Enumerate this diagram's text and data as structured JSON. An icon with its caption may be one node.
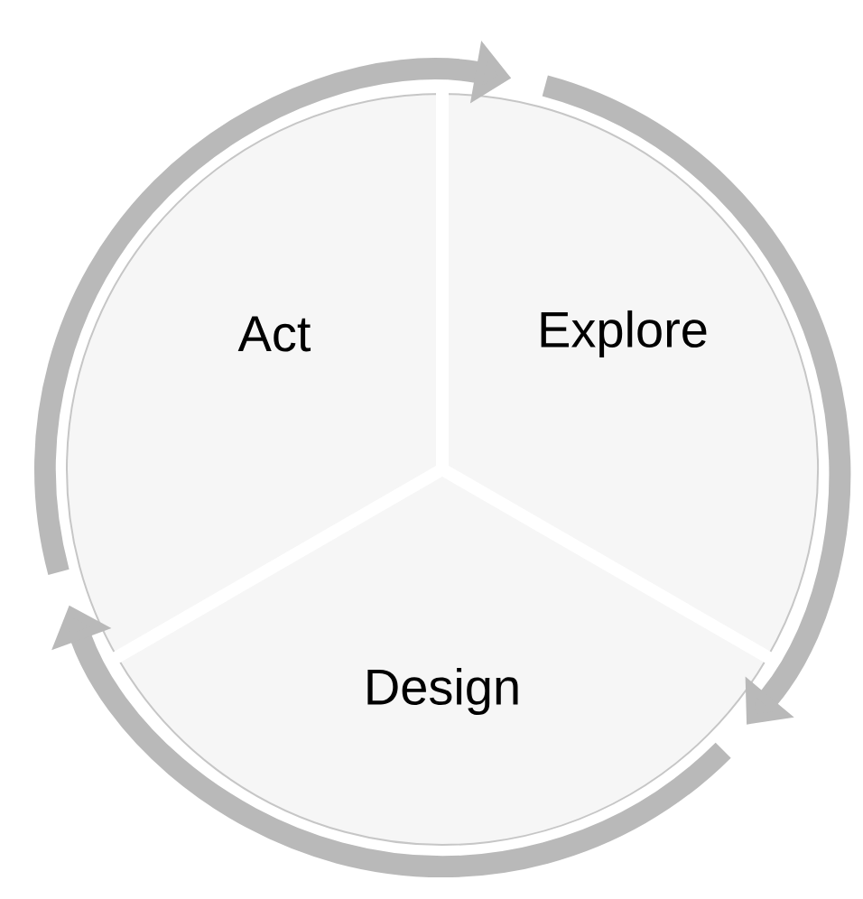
{
  "diagram": {
    "nodes": [
      {
        "text": [
          "Act"
        ]
      },
      {
        "text": [
          "Explore"
        ]
      },
      {
        "text": [
          "Design"
        ]
      }
    ],
    "edges": [
      {
        "from": 0,
        "to": 1,
        "arrow": "to"
      },
      {
        "from": 1,
        "to": 2,
        "arrow": "to"
      },
      {
        "from": 2,
        "to": 0,
        "arrow": "to"
      }
    ]
  }
}
